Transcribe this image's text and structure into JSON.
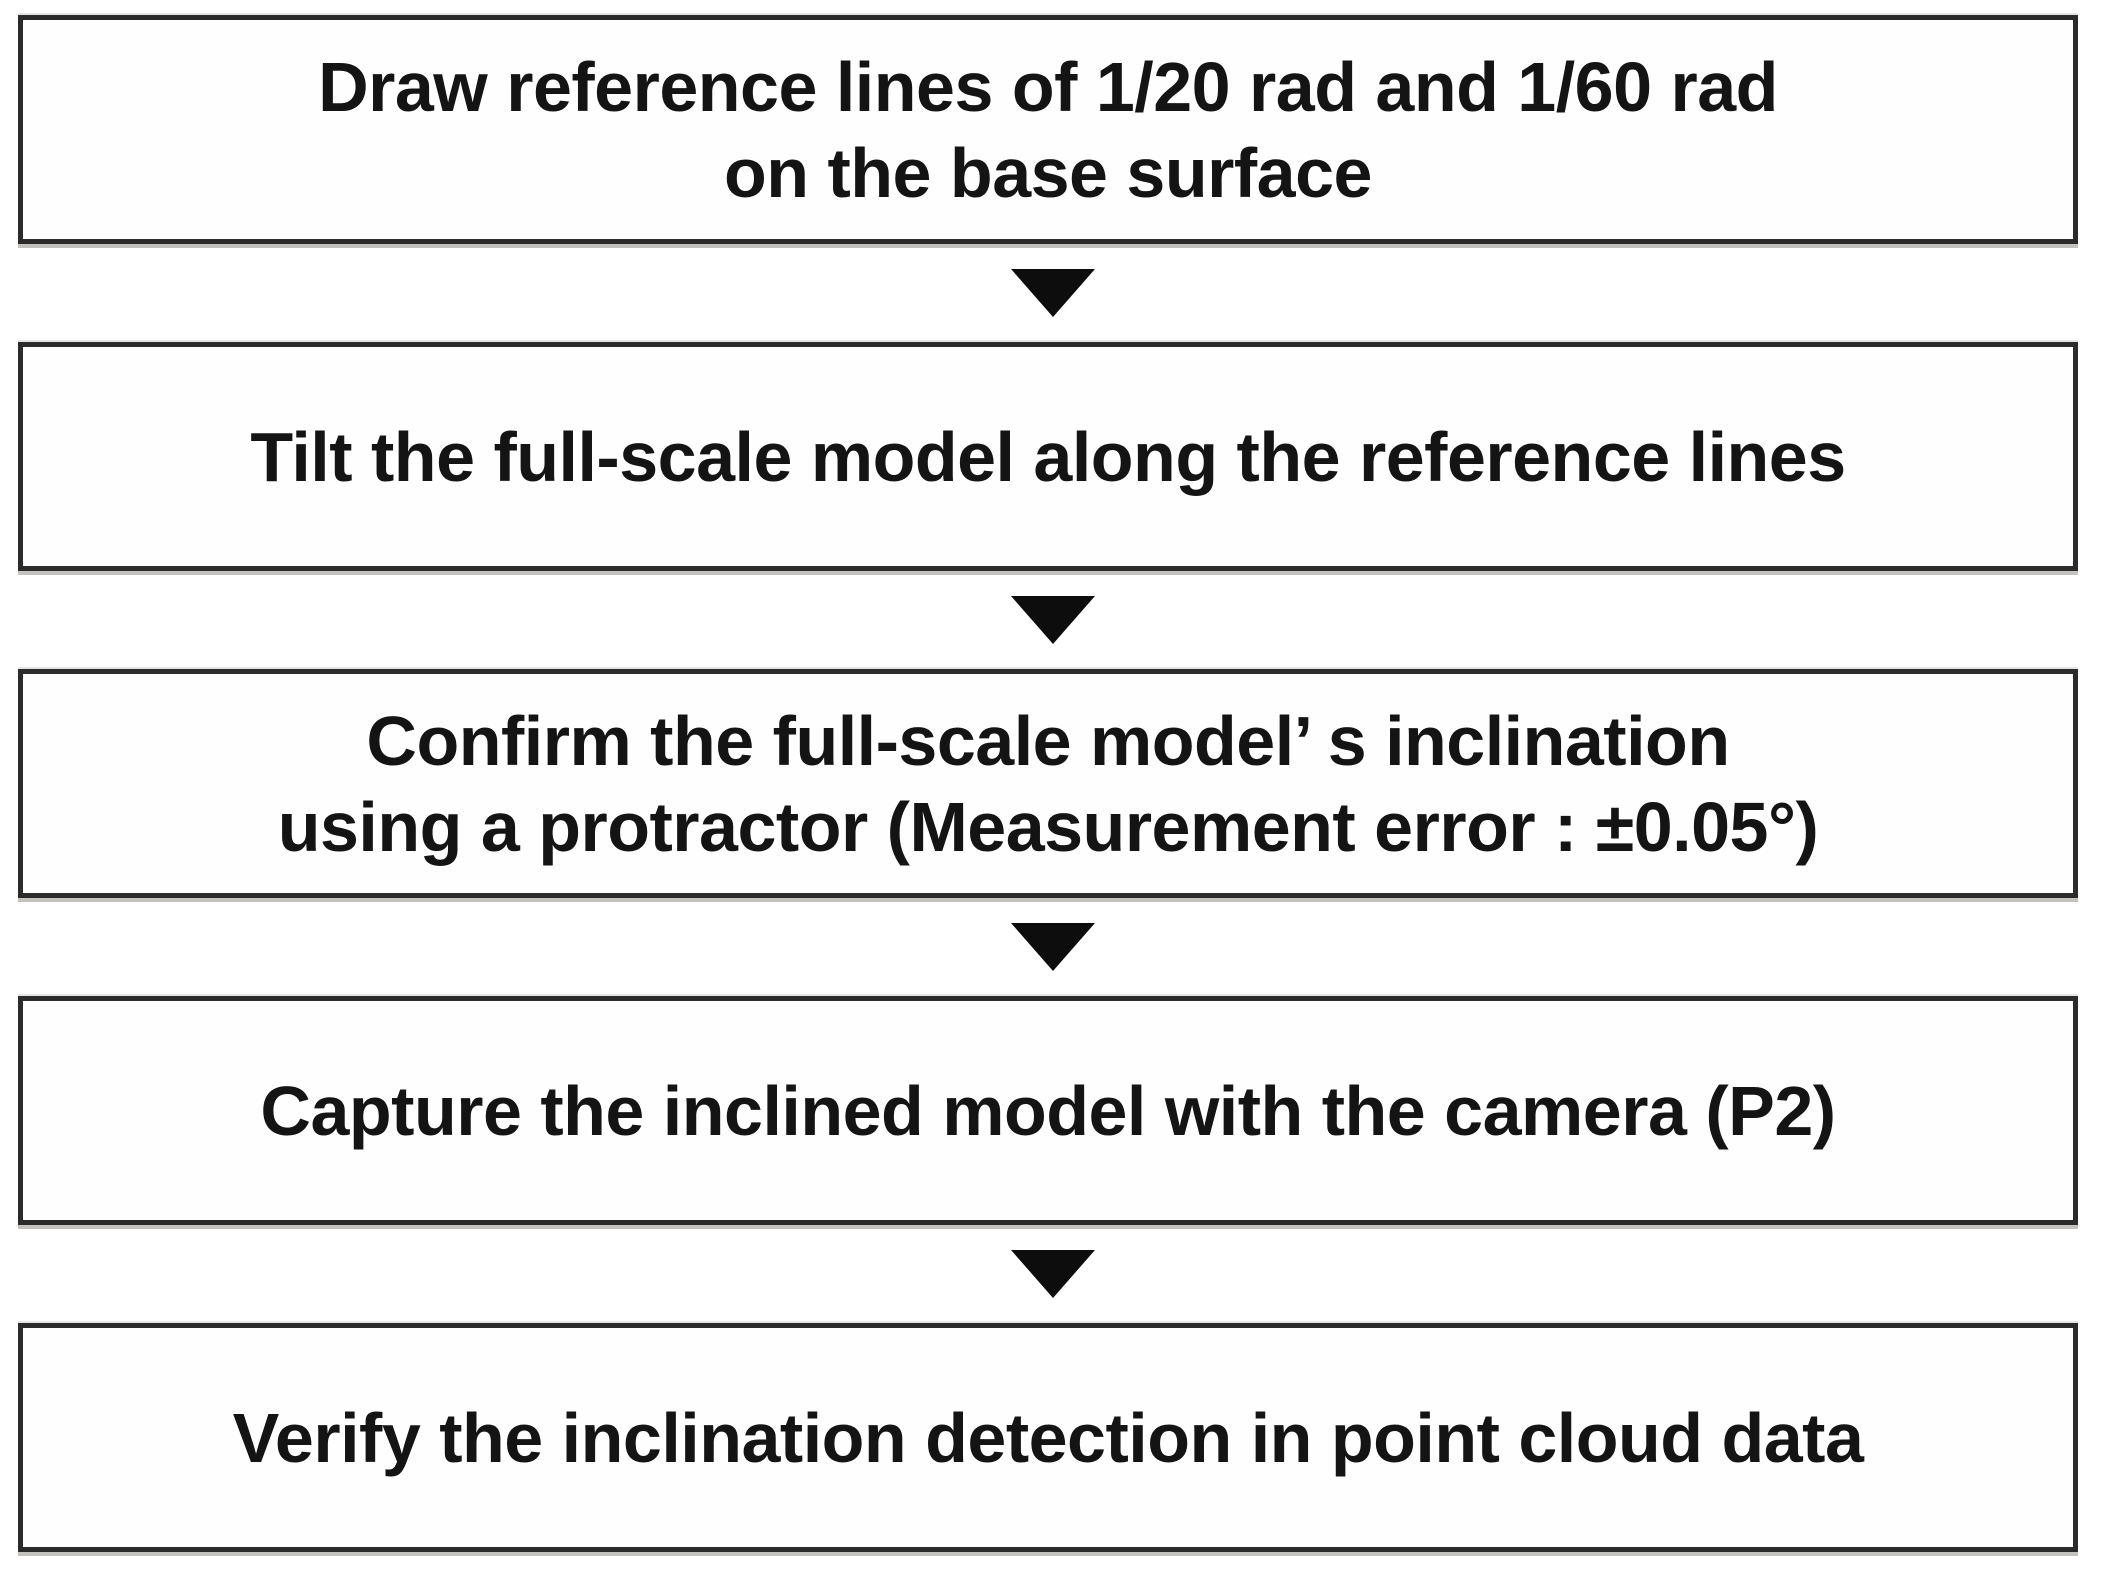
{
  "flowchart": {
    "steps": [
      {
        "lines": [
          "Draw reference lines of 1/20 rad and 1/60 rad",
          "on the base surface"
        ]
      },
      {
        "lines": [
          "Tilt the full-scale model along the reference lines"
        ]
      },
      {
        "lines": [
          "Confirm the full-scale model’ s inclination",
          "using a protractor (Measurement error : ±0.05°)"
        ]
      },
      {
        "lines": [
          "Capture the inclined model with the camera (P2)"
        ]
      },
      {
        "lines": [
          "Verify the inclination detection in point cloud data"
        ]
      }
    ],
    "arrow_glyph": "▼",
    "colors": {
      "box_border": "#2b2b2b",
      "box_background": "#fefefe",
      "text": "#141414",
      "arrow": "#0d0d0d",
      "page_background": "#ffffff"
    }
  }
}
